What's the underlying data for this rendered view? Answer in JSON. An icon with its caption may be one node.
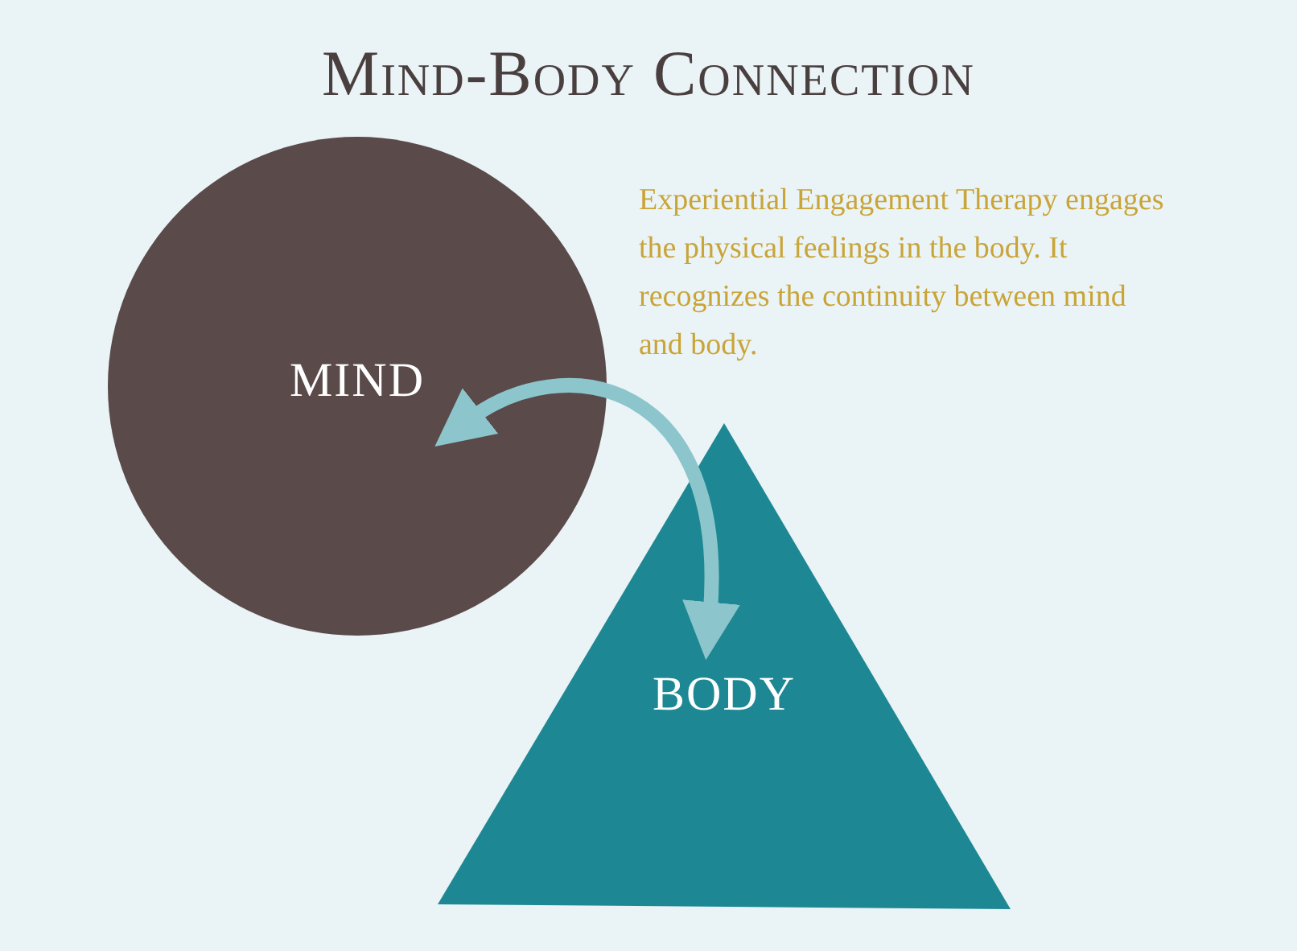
{
  "diagram": {
    "title": "Mind-Body Connection",
    "nodes": [
      {
        "text": [
          "MIND"
        ]
      },
      {
        "text": [
          "BODY"
        ]
      }
    ],
    "edges": [
      {
        "from": 0,
        "to": 1,
        "arrow": "both"
      }
    ],
    "labels": [
      "Experiential Engagement Therapy engages the physical feelings in the body. It recognizes the continuity between mind and body."
    ]
  }
}
